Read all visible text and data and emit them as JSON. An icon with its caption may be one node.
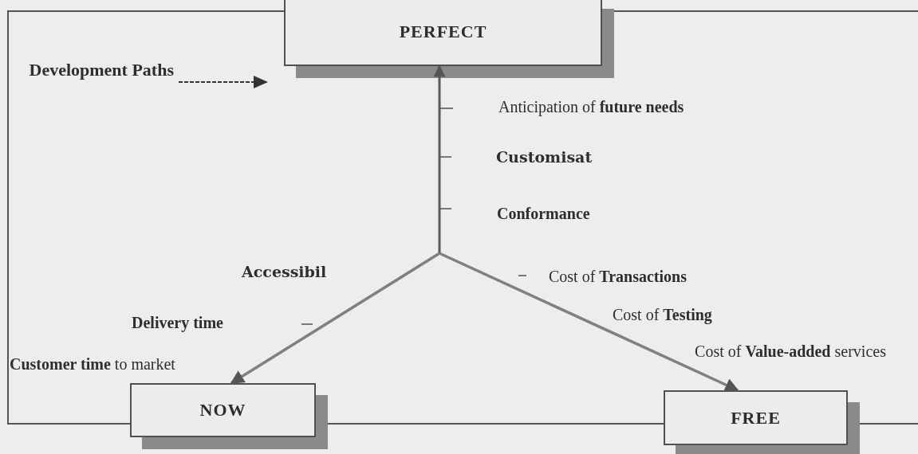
{
  "diagram": {
    "nodes": [
      {
        "text": [
          "PERFECT"
        ]
      },
      {
        "text": [
          "NOW"
        ]
      },
      {
        "text": [
          "FREE"
        ]
      }
    ],
    "edges": [
      {
        "from": null,
        "to": 0,
        "arrow": "to"
      },
      {
        "from": null,
        "to": 1,
        "arrow": "to"
      },
      {
        "from": null,
        "to": 2,
        "arrow": "to"
      }
    ],
    "labels": [
      "Anticipation of **future needs**",
      "Customisat",
      "Conformance",
      "Accessibil",
      "Cost of **Transactions**",
      "Delivery time",
      "Cost of **Testing**",
      "**Customer time** to market",
      "Cost of **Value-added** services"
    ],
    "legend": [
      {
        "text": "Development Paths"
      }
    ]
  }
}
